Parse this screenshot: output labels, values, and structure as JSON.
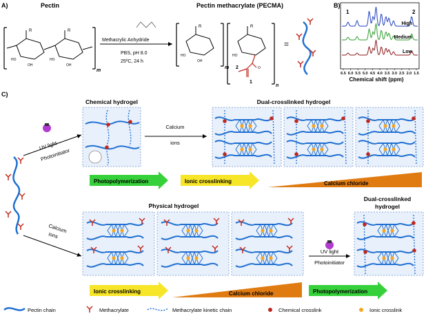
{
  "panelA": {
    "letter": "A)",
    "pectin_title": "Pectin",
    "pecma_title": "Pectin methacrylate (PECMA)",
    "reagent": "Methacrylic Anhydride",
    "cond1": "PBS, pH 8.0",
    "cond2": "25ºC, 24 h",
    "sub_m": "m",
    "sub_n": "n",
    "eq": "=",
    "r": "R",
    "oh": "OH",
    "ho": "HO",
    "o": "O",
    "num1": "1",
    "num2": "2"
  },
  "panelB": {
    "letter": "B)",
    "peak1": "1",
    "peak2": "2",
    "series": [
      "High",
      "Medium",
      "Low"
    ],
    "series_colors": [
      "#1f3fbf",
      "#2e9e2e",
      "#8b1a1a"
    ],
    "xlabel": "Chemical shift (ppm)",
    "ticks": [
      "6.5",
      "6.0",
      "5.5",
      "5.0",
      "4.5",
      "4.0",
      "3.5",
      "3.0",
      "2.5",
      "2.0",
      "1.5"
    ]
  },
  "panelC": {
    "letter": "C)",
    "chemical_hydrogel": "Chemical hydrogel",
    "dual_hydrogel_top": "Dual-crosslinked hydrogel",
    "physical_hydrogel": "Physical hydrogel",
    "dual_hydrogel_bottom_1": "Dual-crosslinked",
    "dual_hydrogel_bottom_2": "hydrogel",
    "uv_light": "UV light",
    "photoinitiator": "Photoinitiator",
    "calcium": "Calcium",
    "ions": "ions",
    "photopolymerization": "Photopolymerization",
    "ionic_crosslinking": "Ionic crosslinking",
    "calcium_chloride": "Calcium chloride"
  },
  "legend": {
    "pectin_chain": "Pectin chain",
    "methacrylate": "Methacrylate",
    "kinetic_chain": "Methacrylate kinetic chain",
    "chemical_crosslink": "Chemical crosslink",
    "ionic_crosslink": "Ionic crosslink"
  },
  "colors": {
    "chain_blue": "#1f6fd1",
    "methacrylate_red": "#c0281e",
    "crosslink_red": "#c0281e",
    "ionic_orange": "#f5a623",
    "green_arrow": "#36d13a",
    "yellow_arrow": "#f7e627",
    "orange_wedge": "#e07b12",
    "lightbulb_purple": "#b23ad1"
  }
}
